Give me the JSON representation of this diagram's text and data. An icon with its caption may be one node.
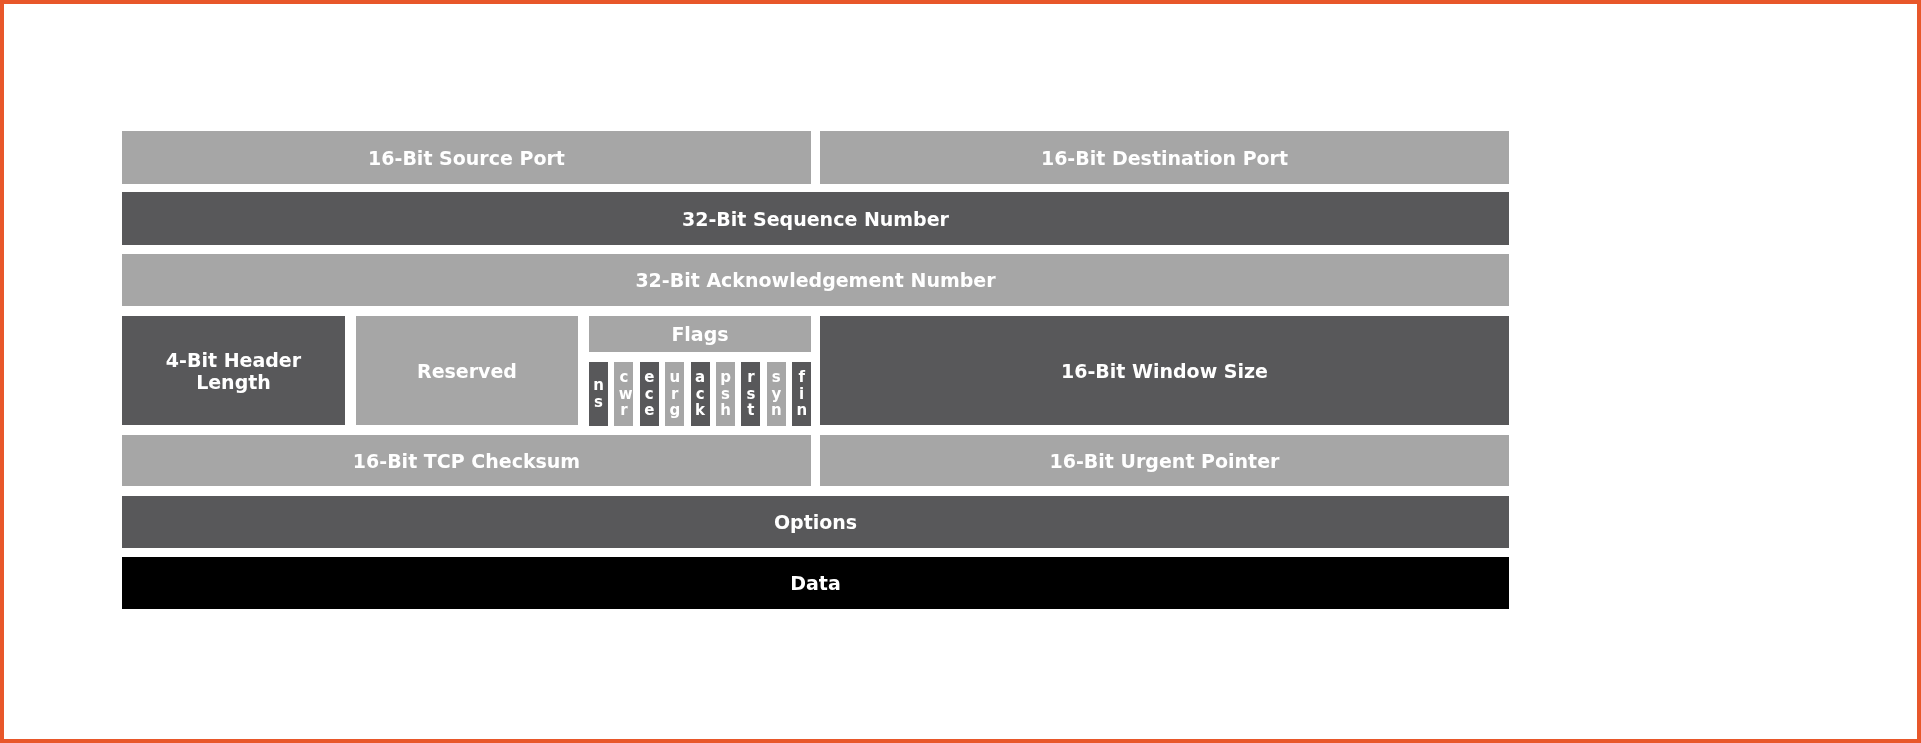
{
  "diagram": {
    "nodes": [
      {
        "text": [
          "16-Bit Source Port"
        ]
      },
      {
        "text": [
          "16-Bit Destination Port"
        ]
      },
      {
        "text": [
          "32-Bit Sequence Number"
        ]
      },
      {
        "text": [
          "32-Bit Acknowledgement Number"
        ]
      },
      {
        "text": [
          "4-Bit Header Length"
        ]
      },
      {
        "text": [
          "Reserved"
        ]
      },
      {
        "text": [
          "Flags"
        ]
      },
      {
        "text": [
          "ns"
        ]
      },
      {
        "text": [
          "cwr"
        ]
      },
      {
        "text": [
          "ece"
        ]
      },
      {
        "text": [
          "urg"
        ]
      },
      {
        "text": [
          "ack"
        ]
      },
      {
        "text": [
          "psh"
        ]
      },
      {
        "text": [
          "rst"
        ]
      },
      {
        "text": [
          "syn"
        ]
      },
      {
        "text": [
          "fin"
        ]
      },
      {
        "text": [
          "16-Bit Window Size"
        ]
      },
      {
        "text": [
          "16-Bit TCP Checksum"
        ]
      },
      {
        "text": [
          "16-Bit Urgent Pointer"
        ]
      },
      {
        "text": [
          "Options"
        ]
      },
      {
        "text": [
          "Data"
        ]
      }
    ]
  }
}
